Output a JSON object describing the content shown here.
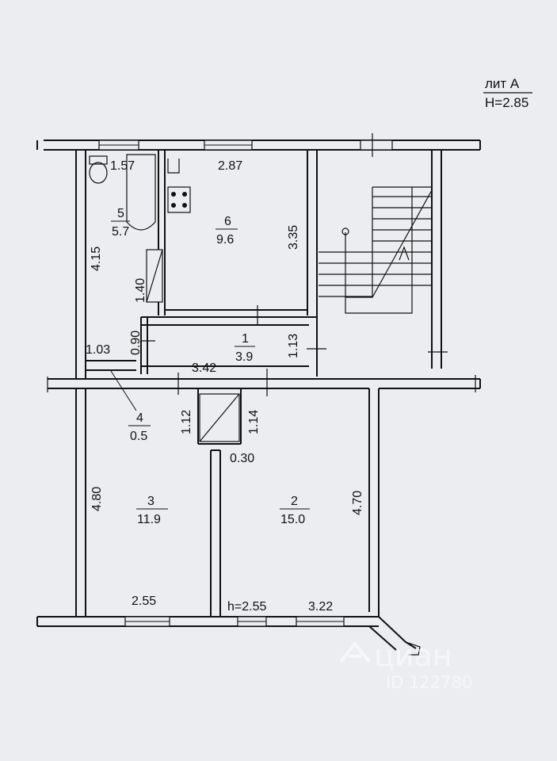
{
  "header": {
    "building_letter": "лит А",
    "ceiling_height": "H=2.85"
  },
  "rooms": [
    {
      "id": "1",
      "number": "1",
      "area": "3.9"
    },
    {
      "id": "2",
      "number": "2",
      "area": "15.0"
    },
    {
      "id": "3",
      "number": "3",
      "area": "11.9"
    },
    {
      "id": "4",
      "number": "4",
      "area": "0.5"
    },
    {
      "id": "5",
      "number": "5",
      "area": "5.7"
    },
    {
      "id": "6",
      "number": "6",
      "area": "9.6"
    }
  ],
  "dimensions": [
    "1.57",
    "2.87",
    "3.35",
    "4.15",
    "1.40",
    "0.90",
    "1.03",
    "3.42",
    "1.13",
    "1.12",
    "1.14",
    "0.30",
    "4.80",
    "4.70",
    "2.55",
    "h=2.55",
    "3.22"
  ],
  "watermark": {
    "brand": "циан",
    "id": "ID 122780"
  }
}
